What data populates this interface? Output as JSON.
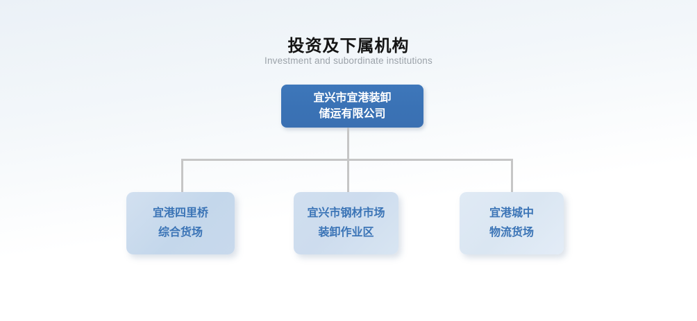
{
  "header": {
    "title": "投资及下属机构",
    "subtitle": "Investment and subordinate institutions"
  },
  "org_chart": {
    "root": {
      "line1": "宜兴市宜港装卸",
      "line2": "储运有限公司"
    },
    "children": [
      {
        "line1": "宜港四里桥",
        "line2": "综合货场"
      },
      {
        "line1": "宜兴市钢材市场",
        "line2": "装卸作业区"
      },
      {
        "line1": "宜港城中",
        "line2": "物流货场"
      }
    ],
    "colors": {
      "root_box_fill": "#3a72b5",
      "root_box_text": "#ffffff",
      "child_box_fill_1": "#c5d7eb",
      "child_box_fill_2": "#cddcee",
      "child_box_fill_3": "#dce7f3",
      "child_box_text": "#3b74b6",
      "connector_line": "#c6c6c6",
      "title_text": "#141414",
      "subtitle_text": "#9ba2a9",
      "background_top": "#ebf1f7",
      "background_bottom": "#ffffff"
    }
  }
}
